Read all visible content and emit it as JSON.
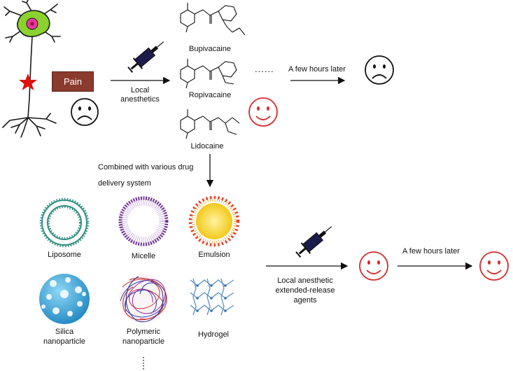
{
  "top": {
    "pain_label": "Pain",
    "local_anesthetics": [
      "Local",
      "anesthetics"
    ],
    "drugs": {
      "bupivacaine": "Bupivacaine",
      "ropivacaine": "Ropivacaine",
      "lidocaine": "Lidocaine"
    },
    "ellipsis": "......",
    "hours_later_top": "A few hours later"
  },
  "middle": {
    "combined": [
      "Combined with various drug",
      "delivery system"
    ]
  },
  "carriers": {
    "liposome": "Liposome",
    "micelle": "Micelle",
    "emulsion": "Emulsion",
    "silica": [
      "Silica",
      "nanoparticle"
    ],
    "polymeric": [
      "Polymeric",
      "nanoparticle"
    ],
    "hydrogel": "Hydrogel"
  },
  "bottom": {
    "agents": [
      "Local anesthetic",
      "extended-release",
      "agents"
    ],
    "hours_later_bottom": "A few hours later"
  },
  "colors": {
    "pain_box": "#8b3a2e",
    "smile": "#d42a2a",
    "neuron_fill": "#8bd22e",
    "star": "#e01010",
    "liposome": "#2f8f7f",
    "micelle": "#6b2f8f",
    "emulsion_core": "#f5d21a",
    "emulsion_head": "#e8452c",
    "silica": "#3aa9dc",
    "hydrogel": "#5a8fc7"
  },
  "icons": [
    "neuron-icon",
    "syringe-icon",
    "sad-face-icon",
    "smile-face-icon"
  ]
}
